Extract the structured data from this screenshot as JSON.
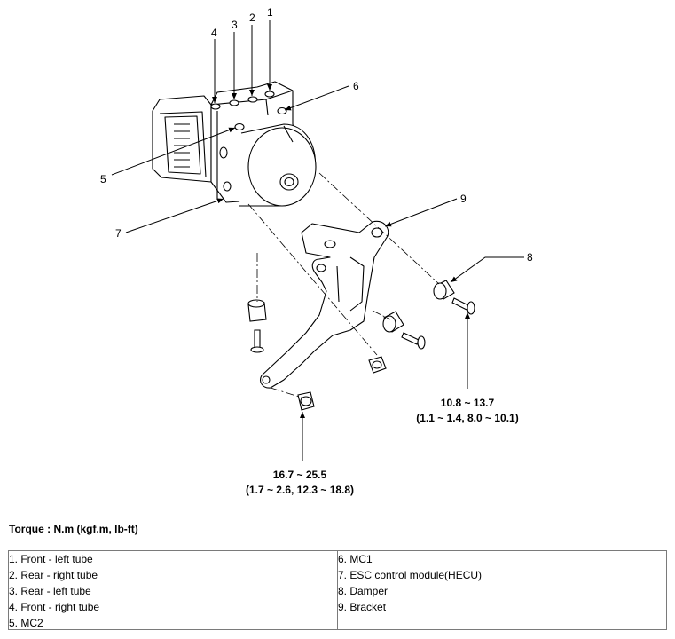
{
  "callouts": {
    "c1": "1",
    "c2": "2",
    "c3": "3",
    "c4": "4",
    "c5": "5",
    "c6": "6",
    "c7": "7",
    "c8": "8",
    "c9": "9"
  },
  "torque_values": {
    "bracket_bolt": {
      "value": "10.8 ~ 13.7",
      "alt": "(1.1 ~ 1.4, 8.0 ~ 10.1)"
    },
    "mount_nut": {
      "value": "16.7 ~ 25.5",
      "alt": "(1.7 ~ 2.6, 12.3 ~ 18.8)"
    }
  },
  "torque_label": "Torque : N.m (kgf.m, lb-ft)",
  "legend": {
    "left": [
      "1. Front - left tube",
      "2. Rear - right tube",
      "3. Rear - left tube",
      "4. Front - right tube",
      "5. MC2"
    ],
    "right": [
      "6. MC1",
      "7. ESC control module(HECU)",
      "8. Damper",
      "9. Bracket"
    ]
  }
}
